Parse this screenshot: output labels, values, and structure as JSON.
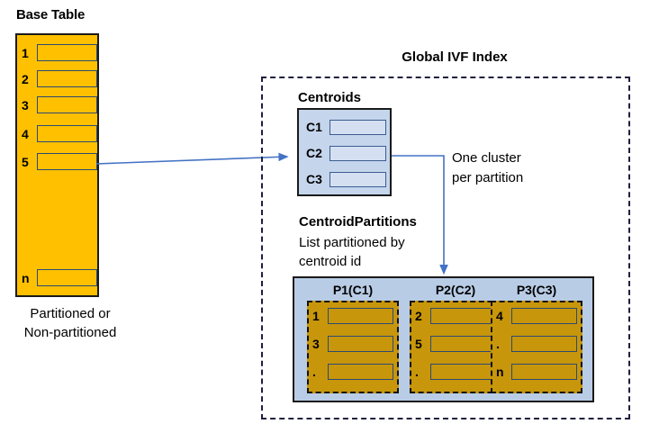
{
  "base_table": {
    "title": "Base Table",
    "rows": [
      "1",
      "2",
      "3",
      "4",
      "5"
    ],
    "last_row": "n",
    "caption_line1": "Partitioned or",
    "caption_line2": "Non-partitioned",
    "fill_color": "#FFC000"
  },
  "ivf_index": {
    "title": "Global IVF Index",
    "border_color": "#1f1f3d"
  },
  "centroids": {
    "title": "Centroids",
    "rows": [
      "C1",
      "C2",
      "C3"
    ],
    "fill_color": "#C5D5EC"
  },
  "connector": {
    "note_line1": "One cluster",
    "note_line2": "per partition",
    "line_color": "#4472C4"
  },
  "centroid_partitions": {
    "title": "CentroidPartitions",
    "subtitle_line1": "List partitioned by",
    "subtitle_line2": "centroid id",
    "container_fill": "#B9CCE6",
    "partition_fill": "#C8960B",
    "partitions": [
      {
        "label": "P1(C1)",
        "rows": [
          "1",
          "3",
          "."
        ]
      },
      {
        "label": "P2(C2)",
        "rows": [
          "2",
          "5",
          "."
        ]
      },
      {
        "label": "P3(C3)",
        "rows": [
          "4",
          ".",
          "n"
        ]
      }
    ]
  }
}
